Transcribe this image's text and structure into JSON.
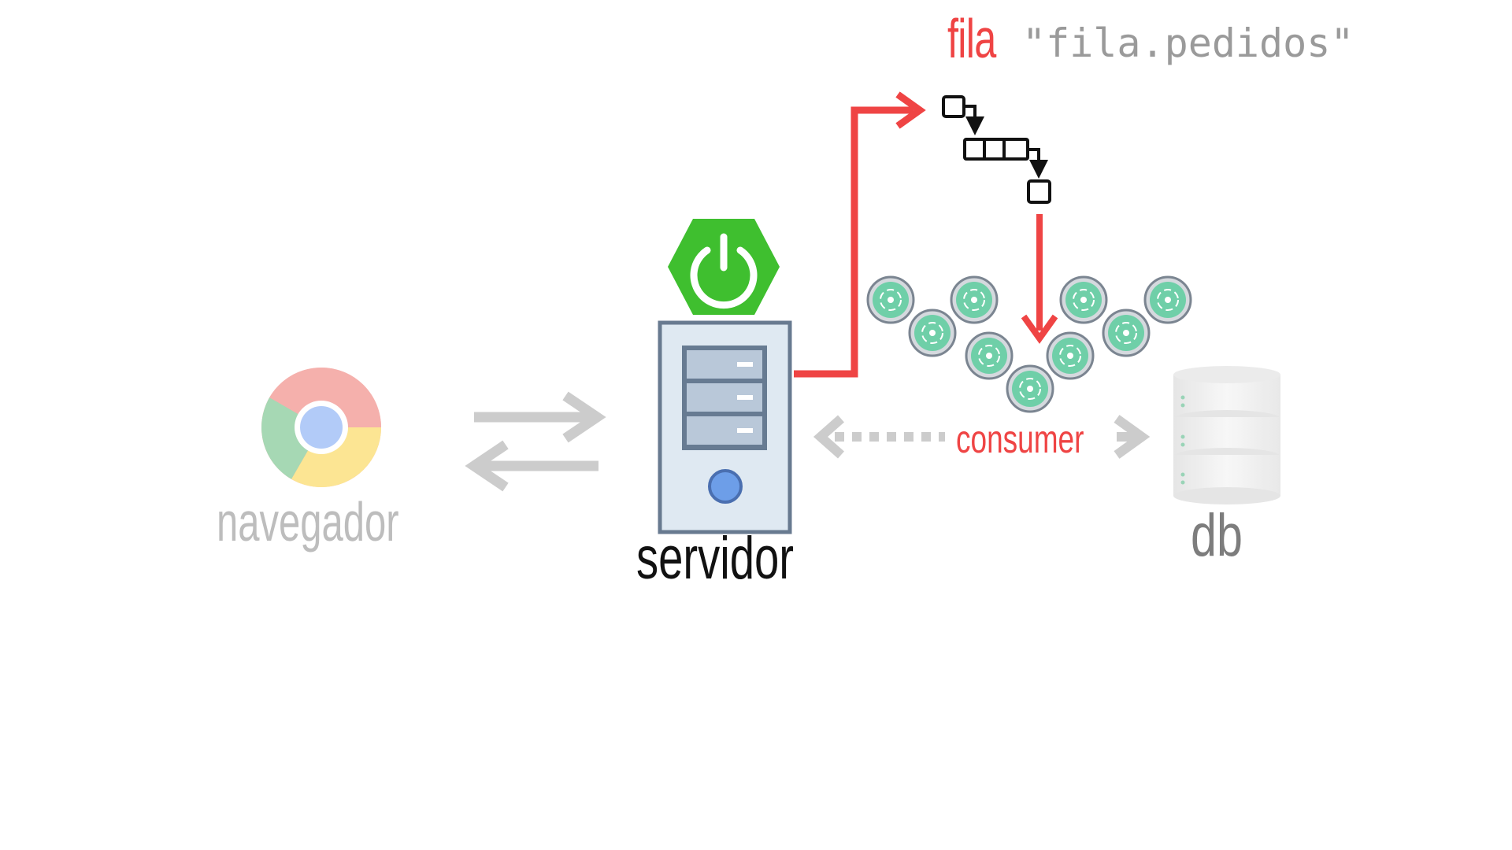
{
  "labels": {
    "queue_word": "fila",
    "queue_name": "\"fila.pedidos\"",
    "browser": "navegador",
    "server": "servidor",
    "consumer": "consumer",
    "database": "db"
  },
  "icons": {
    "browser": "chrome-icon",
    "framework": "spring-power-icon",
    "server": "server-tower-icon",
    "queue": "queue-flow-icon",
    "consumer_nodes": "consumer-node-icon",
    "database": "database-cylinder-icon"
  },
  "colors": {
    "accent": "#ef4444",
    "spring_green": "#3fbf2f",
    "consumer_node": "#6fcfa8",
    "muted_arrow": "#cccccc",
    "server_fill": "#dfe9f2",
    "server_stroke": "#687a90"
  }
}
